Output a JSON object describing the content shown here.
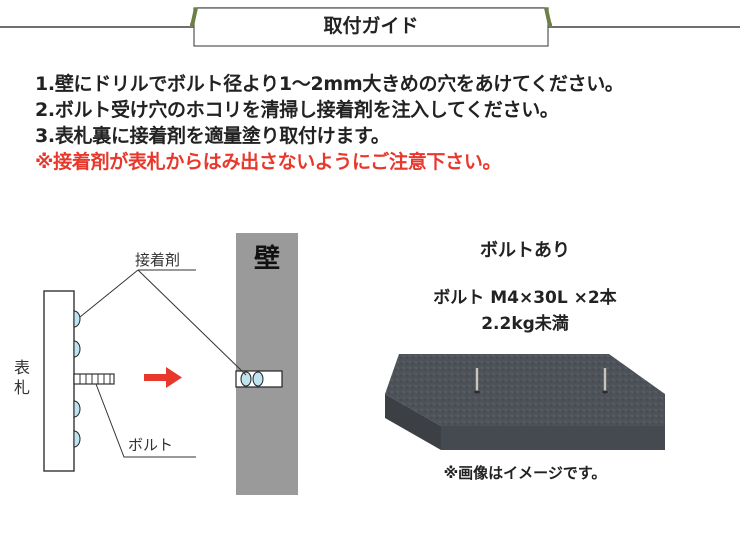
{
  "header": {
    "title": "取付ガイド"
  },
  "instructions": [
    "1.壁にドリルでボルト径より1〜2mm大きめの穴をあけてください。",
    "2.ボルト受け穴のホコリを清掃し接着剤を注入してください。",
    "3.表札裏に接着剤を適量塗り取付けます。"
  ],
  "warning": "※接着剤が表札からはみ出さないようにご注意下さい。",
  "diagram": {
    "wall_label": "壁",
    "adhesive_label": "接着剤",
    "nameplate_label": "表札",
    "bolt_label": "ボルト"
  },
  "product": {
    "title": "ボルトあり",
    "spec_line1": "ボルト M4×30L ×2本",
    "spec_line2": "2.2kg未満",
    "note": "※画像はイメージです。"
  },
  "colors": {
    "warning": "#e8382c",
    "arrow": "#e8382c",
    "wall": "#9a9a9a",
    "adhesive": "#bfe4ef",
    "tab_border": "#7a8a4a"
  }
}
